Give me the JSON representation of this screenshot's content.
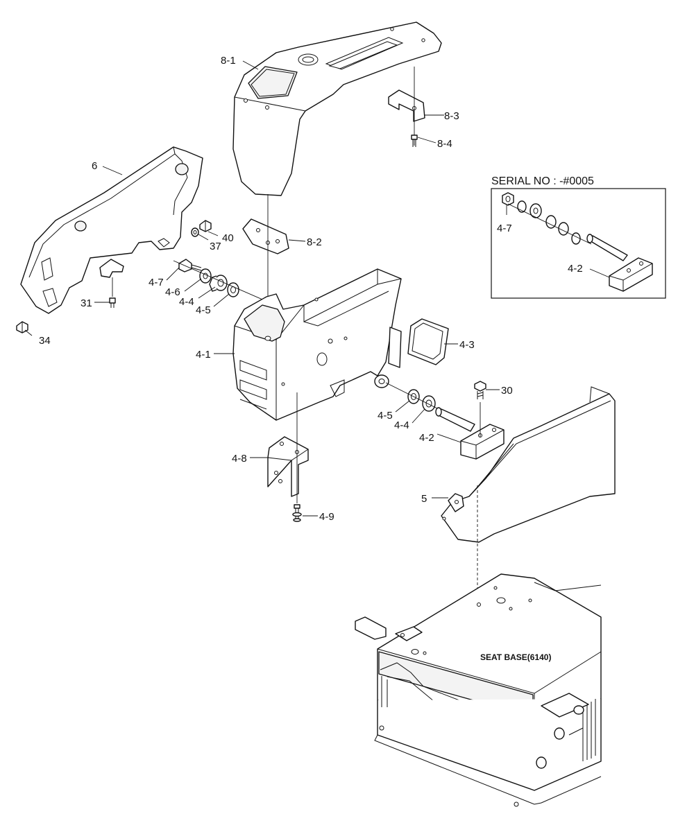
{
  "labels": {
    "p8_1": "8-1",
    "p8_2": "8-2",
    "p8_3": "8-3",
    "p8_4": "8-4",
    "p6": "6",
    "p37": "37",
    "p40": "40",
    "p4_7": "4-7",
    "p4_6": "4-6",
    "p4_4": "4-4",
    "p4_5": "4-5",
    "p31": "31",
    "p34": "34",
    "p4_1": "4-1",
    "p4_3": "4-3",
    "p30": "30",
    "p4_5b": "4-5",
    "p4_4b": "4-4",
    "p4_2": "4-2",
    "p4_8": "4-8",
    "p4_9": "4-9",
    "p5": "5",
    "seat_base": "SEAT BASE(6140)"
  },
  "inset": {
    "title": "SERIAL NO : -#0005",
    "label_a": "4-7",
    "label_b": "4-2"
  }
}
